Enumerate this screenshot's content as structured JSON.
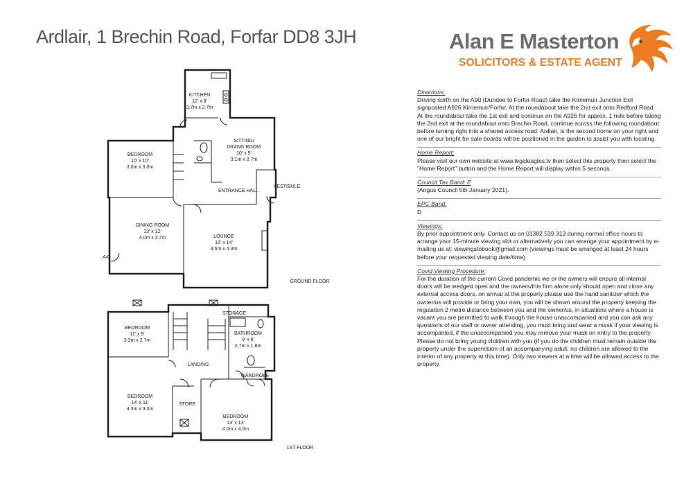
{
  "title": "Ardlair, 1 Brechin Road, Forfar DD8 3JH",
  "logo": {
    "name": "Alan E Masterton",
    "subtitle": "SOLICITORS & ESTATE AGENT",
    "icon": "eagle-logo-icon",
    "accent_color": "#f07c22",
    "name_color": "#6d6d6d"
  },
  "floorplan": {
    "ground_label": "GROUND FLOOR",
    "first_label": "1ST FLOOR",
    "rooms": {
      "kitchen": {
        "name": "KITCHEN",
        "imperial": "12' x 9'",
        "metric": "3.7m x 2.7m"
      },
      "sitting": {
        "name": "SITTING/",
        "name2": "DINING ROOM",
        "imperial": "10' x 9'",
        "metric": "3.1m x 2.7m"
      },
      "bedroom_g": {
        "name": "BEDROOM",
        "imperial": "10' x 10'",
        "metric": "3.0m x 3.0m"
      },
      "entrance": {
        "name": "ENTRANCE HALL"
      },
      "vestibule": {
        "name": "VESTIBULE"
      },
      "dining": {
        "name": "DINING ROOM",
        "imperial": "13' x 12'",
        "metric": "4.0m x 3.7m"
      },
      "lounge": {
        "name": "LOUNGE",
        "imperial": "15' x 14'",
        "metric": "4.6m x 4.3m"
      },
      "ac": {
        "name": "A/C"
      },
      "bedroom_1": {
        "name": "BEDROOM",
        "imperial": "11' x 9'",
        "metric": "3.3m x 2.7m"
      },
      "storage": {
        "name": "STORAGE"
      },
      "bathroom": {
        "name": "BATHROOM",
        "imperial": "9' x 6'",
        "metric": "2.7m x 1.8m"
      },
      "landing": {
        "name": "LANDING"
      },
      "wardrobe": {
        "name": "WARDROBE"
      },
      "bedroom_2": {
        "name": "BEDROOM",
        "imperial": "14' x 11'",
        "metric": "4.3m x 3.3m"
      },
      "store": {
        "name": "STORE"
      },
      "bedroom_3": {
        "name": "BEDROOM",
        "imperial": "13' x 13'",
        "metric": "4.0m x 4.0m"
      }
    }
  },
  "info": [
    {
      "heading": "Directions:",
      "body": "Driving north on the A90 (Dundee to Forfar Road) take the Kirriemuir Junction Exit signposted A926 Kirriemuir/Forfar. At the roundabout take the 2nd exit onto Redford Road. At the roundabout take the 1st exit and continue on the A926 for approx. 1 mile before taking the 2nd exit at the roundabout onto Brechin Road, continue across the following roundabout before turning right into a shared access road. Ardlair, is the second home on your right and one of our bright for sale boards will be positioned in the garden to assist you with locating."
    },
    {
      "heading": "Home Report:",
      "body": "Please visit our own website at www.legaleagles.tv then select this property then select the \"Home Report\" button and the Home Report will display within 5 seconds."
    },
    {
      "heading": "Council Tax Band: E",
      "body": "(Angus Council 5th January 2021)."
    },
    {
      "heading": "EPC Band:",
      "body": "D"
    },
    {
      "heading": "Viewings:",
      "body": "By prior appointment only. Contact us on 01382 539 313 during normal office hours to arrange your 15-minute viewing slot or alternatively you can arrange your appointment by e-mailing us at: viewingstobook@gmail.com (viewings must be arranged at least 24 hours before your requested viewing date/time)"
    },
    {
      "heading": "Covid Viewing Procedure:",
      "body": "For the duration of the current Covid pandemic we or the owners will ensure all internal doors will be wedged open and the owners/this firm alone only should open and close any external access doors, on arrival at the property please use the hand sanitizer which the owner/us will provide or bring your own, you will be shown around the property keeping the regulation 2 metre distance between you and the owner/us, in situations where a house is vacant you are permitted to walk through the house unaccompanied and you can ask any questions of our staff or owner attending, you must bring and wear a mask if your viewing is accompanied, if the unaccompanied you may remove your mask on entry to the property. Please do not bring young children with you (if you do the children must remain outside the property under the supervision of an accompanying adult, no children are allowed to the interior of any property at this time). Only two viewers at a time will be allowed access to the property."
    }
  ]
}
